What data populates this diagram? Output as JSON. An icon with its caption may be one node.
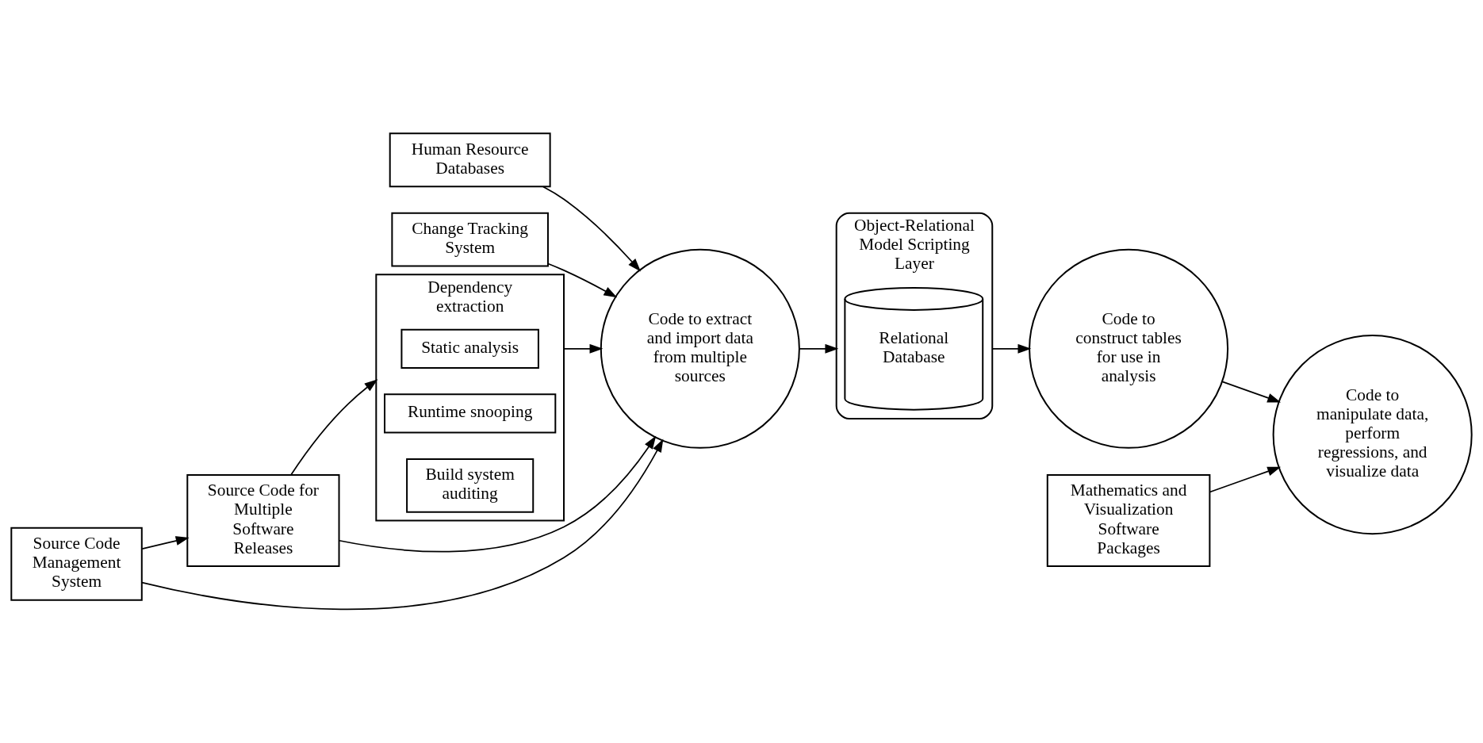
{
  "diagram": {
    "nodes": [
      {
        "text": [
          "Human Resource Databases"
        ]
      },
      {
        "text": [
          "Change Tracking System"
        ]
      },
      {
        "text": [
          "Source Code Management System"
        ]
      },
      {
        "text": [
          "Source Code for Multiple Software Releases"
        ]
      },
      {
        "text": [
          "Dependency extraction"
        ]
      },
      {
        "text": [
          "Static analysis"
        ],
        "in": 4
      },
      {
        "text": [
          "Runtime snooping"
        ],
        "in": 4
      },
      {
        "text": [
          "Build system auditing"
        ],
        "in": 4
      },
      {
        "text": [
          "Code to extract and import data from multiple sources"
        ]
      },
      {
        "text": [
          "Object-Relational Model Scripting Layer"
        ]
      },
      {
        "text": [
          "Relational Database"
        ],
        "in": 9
      },
      {
        "text": [
          "Code to construct tables for use in analysis"
        ]
      },
      {
        "text": [
          "Code to manipulate data, perform regressions, and visualize data"
        ]
      },
      {
        "text": [
          "Mathematics and Visualization Software Packages"
        ]
      }
    ],
    "edges": [
      {
        "from": 0,
        "to": 8,
        "arrow": "to"
      },
      {
        "from": 1,
        "to": 8,
        "arrow": "to"
      },
      {
        "from": 2,
        "to": 8,
        "arrow": "to"
      },
      {
        "from": 3,
        "to": 8,
        "arrow": "to"
      },
      {
        "from": 2,
        "to": 3,
        "arrow": "to"
      },
      {
        "from": 3,
        "to": 4,
        "arrow": "to"
      },
      {
        "from": 4,
        "to": 8,
        "arrow": "to"
      },
      {
        "from": 8,
        "to": 9,
        "arrow": "to"
      },
      {
        "from": 9,
        "to": 11,
        "arrow": "to"
      },
      {
        "from": 11,
        "to": 12,
        "arrow": "to"
      },
      {
        "from": 13,
        "to": 12,
        "arrow": "to"
      }
    ]
  }
}
